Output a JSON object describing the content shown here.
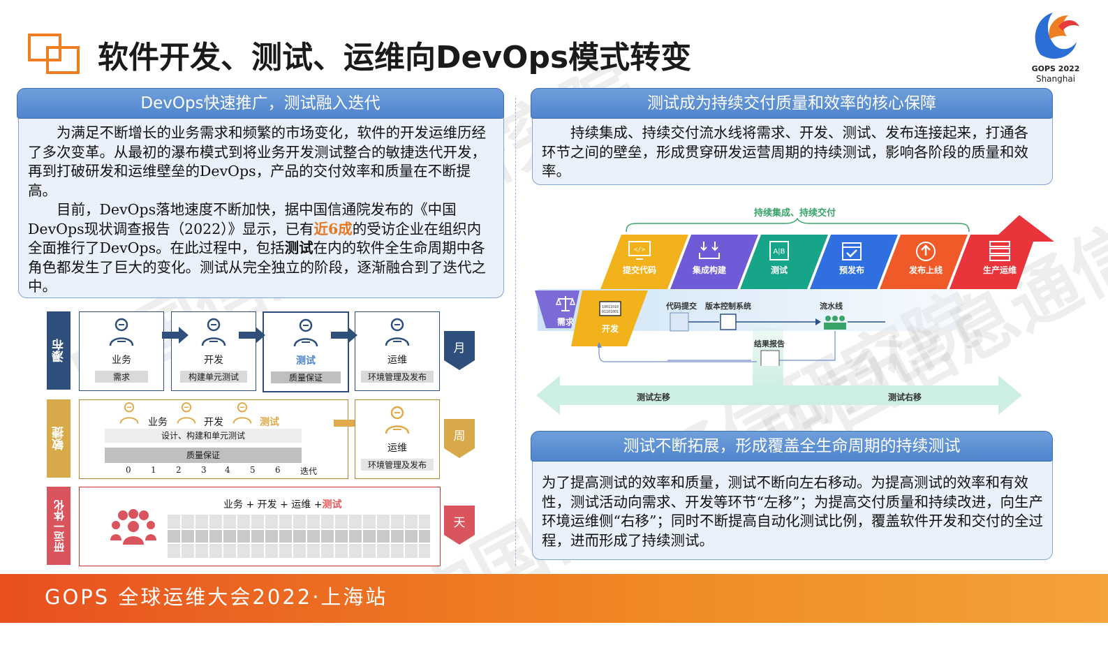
{
  "slide": {
    "title": "软件开发、测试、运维向DevOps模式转变",
    "logo_icon": "overlapping-squares-icon",
    "event_logo": {
      "name": "GOPS 2022",
      "city": "Shanghai"
    },
    "watermark": "中国信息通信研究院",
    "footer": "GOPS 全球运维大会2022·上海站",
    "colors": {
      "accent_orange": "#e87722",
      "header_blue": "#4f84cc",
      "footer_orange": "#ef7d22"
    }
  },
  "left_panel": {
    "heading": "DevOps快速推广，测试融入迭代",
    "p1": "为满足不断增长的业务需求和频繁的市场变化，软件的开发运维历经了多次变革。从最初的瀑布模式到将业务开发测试整合的敏捷迭代开发，再到打破研发和运维壁垒的DevOps，产品的交付效率和质量在不断提高。",
    "p2_a": "目前，DevOps落地速度不断加快，据中国信通院发布的《中国DevOps现状调查报告（2022）》显示，已有",
    "p2_highlight": "近6成",
    "p2_b": "的受访企业在组织内全面推行了DevOps。在此过程中，包括",
    "p2_bold": "测试",
    "p2_c": "在内的软件全生命周期中各角色都发生了巨大的变化。测试从完全独立的阶段，逐渐融合到了迭代之中。"
  },
  "models": {
    "waterfall": {
      "label": "瀑布",
      "period": "月",
      "roles": [
        {
          "name": "业务",
          "task": "需求"
        },
        {
          "name": "开发",
          "task": "构建单元测试"
        },
        {
          "name": "测试",
          "task": "质量保证"
        },
        {
          "name": "运维",
          "task": "环境管理及发布"
        }
      ]
    },
    "agile": {
      "label": "敏捷",
      "period": "周",
      "roles": [
        "业务",
        "开发",
        "测试"
      ],
      "bar1": "设计、构建和单元测试",
      "bar2": "质量保证",
      "iterations": [
        "0",
        "1",
        "2",
        "3",
        "4",
        "5",
        "6"
      ],
      "iter_label": "迭代",
      "ops_role": "运维",
      "ops_task": "环境管理及发布"
    },
    "devops": {
      "label": "研运一体化",
      "period": "天",
      "line_a": "业务 + 开发 + 运维 +",
      "line_b": "测试",
      "people_icon": "team-icon"
    }
  },
  "right_top": {
    "heading": "测试成为持续交付质量和效率的核心保障",
    "body": "持续集成、持续交付流水线将需求、开发、测试、发布连接起来，打通各环节之间的壁垒，形成贯穿研发运营周期的持续测试，影响各阶段的质量和效率。"
  },
  "pipeline": {
    "bracket_label": "持续集成、持续交付",
    "stages": [
      {
        "label": "提交代码",
        "icon": "code-monitor-icon",
        "color": "#f2b21c"
      },
      {
        "label": "集成构建",
        "icon": "merge-download-icon",
        "color": "#6f5bd8"
      },
      {
        "label": "测试",
        "icon": "test-board-icon",
        "color": "#17a589"
      },
      {
        "label": "预发布",
        "icon": "calendar-check-icon",
        "color": "#2f6fe0"
      },
      {
        "label": "发布上线",
        "icon": "upload-icon",
        "color": "#f05a28"
      },
      {
        "label": "生产运维",
        "icon": "server-icon",
        "color": "#e8343a"
      }
    ],
    "lower_stages": [
      {
        "label": "需求",
        "icon": "scale-icon",
        "color": "#7b6bd6"
      },
      {
        "label": "开发",
        "icon": "binary-screen-icon",
        "color": "#f2b21c"
      }
    ],
    "flow_labels": [
      "代码提交",
      "版本控制系统",
      "流水线",
      "结果报告"
    ],
    "shift_left": "测试左移",
    "shift_right": "测试右移"
  },
  "right_bottom": {
    "heading": "测试不断拓展，形成覆盖全生命周期的持续测试",
    "body": "为了提高测试的效率和质量，测试不断向左右移动。为提高测试的效率和有效性，测试活动向需求、开发等环节“左移”；为提高交付质量和持续改进，向生产环境运维侧“右移”；同时不断提高自动化测试比例，覆盖软件开发和交付的全过程，进而形成了持续测试。"
  }
}
